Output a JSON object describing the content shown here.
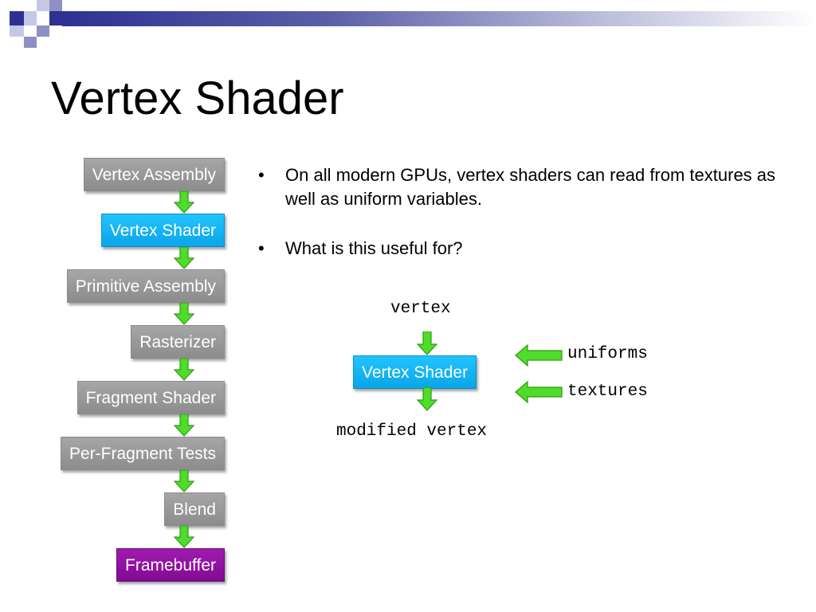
{
  "slide": {
    "title": "Vertex Shader"
  },
  "pipeline": {
    "stages": [
      {
        "label": "Vertex Assembly",
        "style": "gray"
      },
      {
        "label": "Vertex Shader",
        "style": "blue"
      },
      {
        "label": "Primitive Assembly",
        "style": "gray"
      },
      {
        "label": "Rasterizer",
        "style": "gray"
      },
      {
        "label": "Fragment Shader",
        "style": "gray"
      },
      {
        "label": "Per-Fragment Tests",
        "style": "gray"
      },
      {
        "label": "Blend",
        "style": "gray"
      },
      {
        "label": "Framebuffer",
        "style": "purple"
      }
    ]
  },
  "bullets": [
    "On all modern GPUs, vertex shaders can read from textures as well as uniform variables.",
    "What is this useful for?"
  ],
  "diagram": {
    "input_label": "vertex",
    "shader_label": "Vertex Shader",
    "uniforms_label": "uniforms",
    "textures_label": "textures",
    "output_label": "modified vertex"
  },
  "colors": {
    "stage_gray": "#999999",
    "stage_blue": "#14b4f5",
    "stage_purple": "#8f119f",
    "arrow_green": "#4fdc2a",
    "header_navy": "#2e3192"
  }
}
